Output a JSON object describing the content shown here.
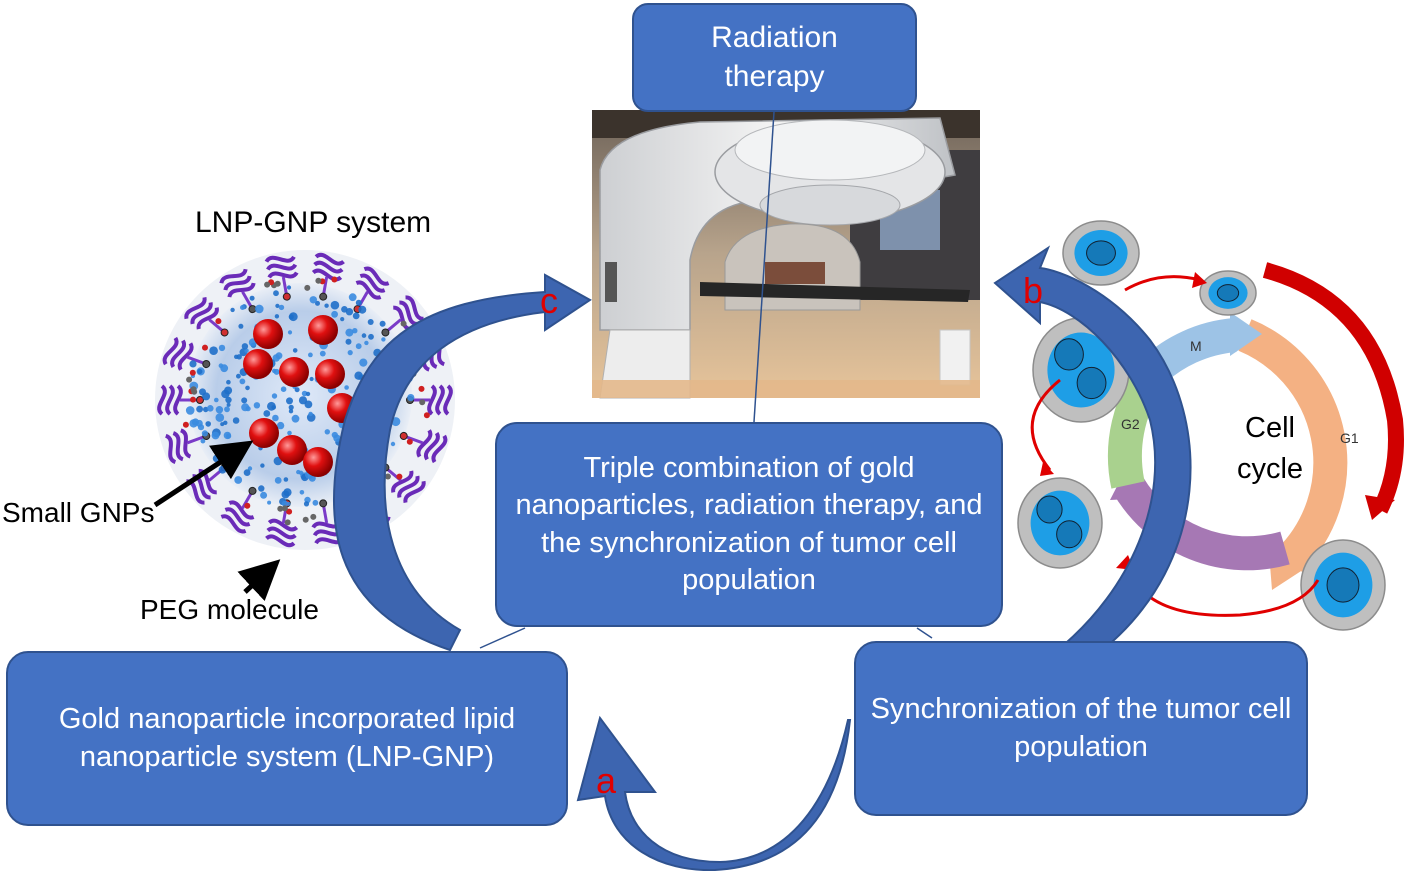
{
  "title_box": {
    "text": "Radiation therapy"
  },
  "center_box": {
    "text": "Triple combination of gold nanoparticles, radiation therapy, and the synchronization of tumor cell population"
  },
  "left_box": {
    "text": "Gold nanoparticle incorporated lipid nanoparticle system (LNP-GNP)"
  },
  "right_box": {
    "text": "Synchronization of the tumor cell population"
  },
  "nanoparticle": {
    "title": "LNP-GNP system",
    "small_gnps_label": "Small GNPs",
    "peg_label": "PEG molecule"
  },
  "cell_cycle": {
    "label": "Cell cycle",
    "phases": {
      "m": "M",
      "g1": "G1",
      "g2": "G2"
    }
  },
  "arrows": {
    "a": "a",
    "b": "b",
    "c": "c"
  },
  "colors": {
    "box_fill": "#4472c4",
    "arrow_blue": "#3d65b0",
    "letter_red": "#e00000",
    "gnp_red": "#e01010",
    "phase_m": "#9dc3e6",
    "phase_g1": "#f4b183",
    "phase_g2": "#a9d18e",
    "phase_s": "#a678b4"
  }
}
